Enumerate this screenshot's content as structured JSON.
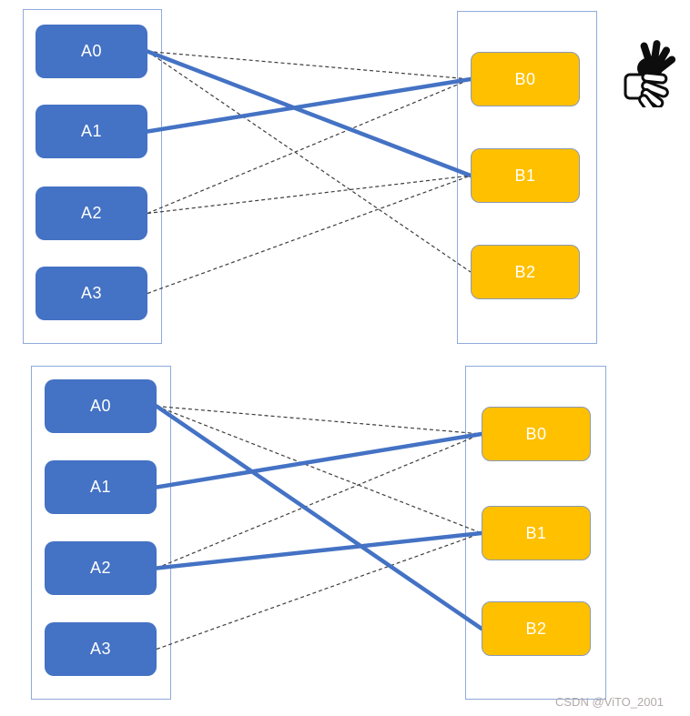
{
  "diagrams": [
    {
      "position": "top",
      "a_nodes": [
        "A0",
        "A1",
        "A2",
        "A3"
      ],
      "b_nodes": [
        "B0",
        "B1",
        "B2"
      ],
      "edges": [
        {
          "from": "A0",
          "to": "B0",
          "style": "dashed"
        },
        {
          "from": "A0",
          "to": "B1",
          "style": "solid"
        },
        {
          "from": "A0",
          "to": "B2",
          "style": "dashed"
        },
        {
          "from": "A1",
          "to": "B0",
          "style": "solid"
        },
        {
          "from": "A2",
          "to": "B0",
          "style": "dashed"
        },
        {
          "from": "A2",
          "to": "B1",
          "style": "dashed"
        },
        {
          "from": "A3",
          "to": "B1",
          "style": "dashed"
        }
      ]
    },
    {
      "position": "bottom",
      "a_nodes": [
        "A0",
        "A1",
        "A2",
        "A3"
      ],
      "b_nodes": [
        "B0",
        "B1",
        "B2"
      ],
      "edges": [
        {
          "from": "A0",
          "to": "B0",
          "style": "dashed"
        },
        {
          "from": "A0",
          "to": "B1",
          "style": "dashed"
        },
        {
          "from": "A0",
          "to": "B2",
          "style": "solid"
        },
        {
          "from": "A1",
          "to": "B0",
          "style": "solid"
        },
        {
          "from": "A2",
          "to": "B0",
          "style": "dashed"
        },
        {
          "from": "A2",
          "to": "B1",
          "style": "solid"
        },
        {
          "from": "A3",
          "to": "B1",
          "style": "dashed"
        }
      ]
    }
  ],
  "icons": {
    "hand": "sign-language-hand"
  },
  "watermark": "CSDN @ViTO_2001",
  "colors": {
    "node_a_fill": "#4472C4",
    "node_b_fill": "#FFC000",
    "node_b_border": "#8a9ab5",
    "container_border": "#8faadc",
    "edge_solid": "#4472C4",
    "edge_dashed": "#3d3d3d",
    "node_text": "#ffffff",
    "watermark": "#b3a9a9"
  }
}
